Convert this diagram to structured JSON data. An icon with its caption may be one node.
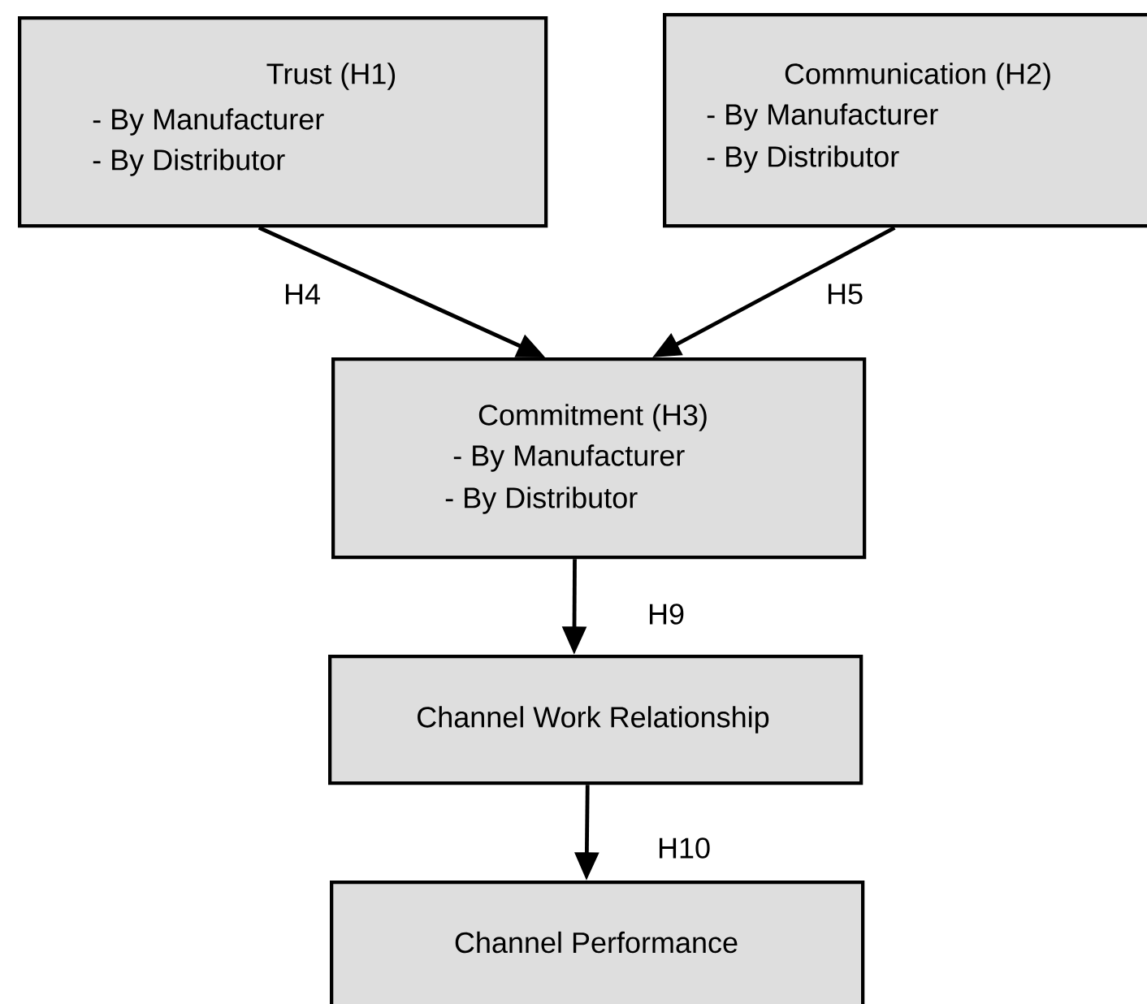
{
  "diagram": {
    "nodes": [
      {
        "text": [
          "Trust (H1)",
          "- By Manufacturer",
          "- By Distributor"
        ]
      },
      {
        "text": [
          "Communication (H2)",
          "- By Manufacturer",
          "- By Distributor"
        ]
      },
      {
        "text": [
          "Commitment (H3)",
          "- By Manufacturer",
          "- By Distributor"
        ]
      },
      {
        "text": [
          "Channel Work Relationship"
        ]
      },
      {
        "text": [
          "Channel Performance"
        ]
      }
    ],
    "edges": [
      {
        "from": 0,
        "to": 2,
        "arrow": "to",
        "label": "H4"
      },
      {
        "from": 1,
        "to": 2,
        "arrow": "to",
        "label": "H5"
      },
      {
        "from": 2,
        "to": 3,
        "arrow": "to",
        "label": "H9"
      },
      {
        "from": 3,
        "to": 4,
        "arrow": "to",
        "label": "H10"
      }
    ]
  }
}
